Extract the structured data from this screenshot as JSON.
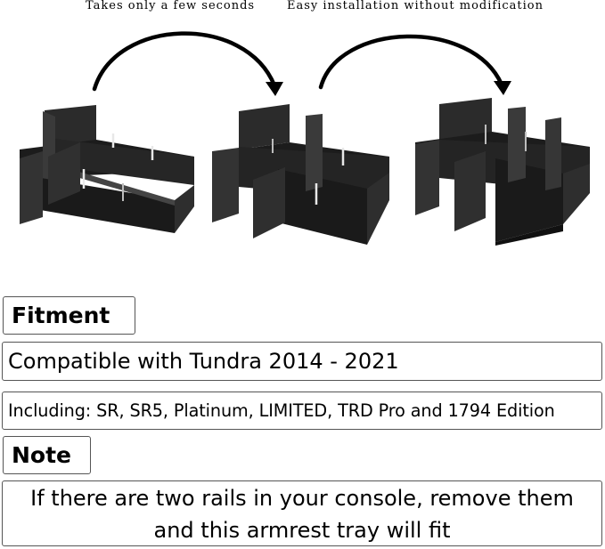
{
  "captions": {
    "first": "Takes only a few seconds",
    "second": "Easy installation without modification"
  },
  "fitment": {
    "heading": "Fitment",
    "compatible": "Compatible with Tundra 2014 - 2021",
    "including": "Including: SR, SR5, Platinum, LIMITED, TRD Pro and 1794 Edition"
  },
  "note": {
    "heading": "Note",
    "line1": "If there are two rails in your console, remove them",
    "line2": "and this armrest tray will fit"
  },
  "colors": {
    "divider_dark": "#1a1a1a",
    "divider_mid": "#2b2b2b",
    "divider_light": "#3a3a3a",
    "arrow": "#000000",
    "box_border": "#555555"
  },
  "icons": [
    "curved-arrow-icon",
    "curved-arrow-icon",
    "divider-grid-image",
    "divider-grid-image",
    "divider-grid-image"
  ]
}
